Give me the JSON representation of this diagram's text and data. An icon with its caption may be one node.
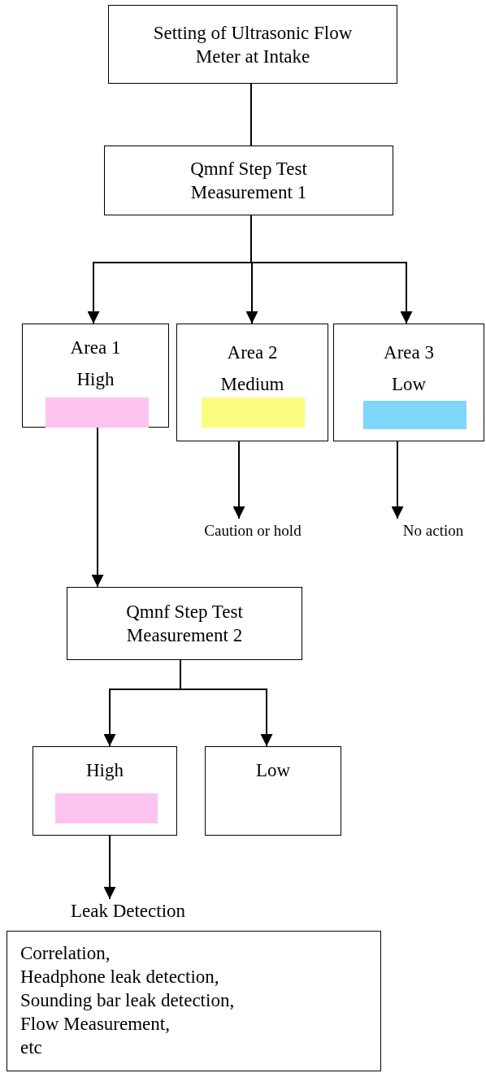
{
  "diagram": {
    "nodes": [
      {
        "text": [
          "Setting of Ultrasonic Flow Meter at Intake"
        ]
      },
      {
        "text": [
          "Qmnf Step Test Measurement 1"
        ]
      },
      {
        "text": [
          "Area 1",
          "High"
        ]
      },
      {
        "text": [],
        "shape": "bar",
        "in": 2
      },
      {
        "text": [
          "Area 2",
          "Medium"
        ]
      },
      {
        "text": [],
        "shape": "bar",
        "in": 4
      },
      {
        "text": [
          "Area 3",
          "Low"
        ]
      },
      {
        "text": [],
        "shape": "bar",
        "in": 6
      },
      {
        "text": [
          "Caution or hold"
        ]
      },
      {
        "text": [
          "No action"
        ]
      },
      {
        "text": [
          "Qmnf Step Test Measurement 2"
        ]
      },
      {
        "text": [
          "High"
        ]
      },
      {
        "text": [],
        "shape": "bar",
        "in": 11
      },
      {
        "text": [
          "Low"
        ]
      },
      {
        "text": [
          "Leak Detection"
        ]
      },
      {
        "text": [
          "Correlation,",
          "Headphone leak detection,",
          "Sounding bar leak detection,",
          "Flow Measurement,",
          "etc"
        ]
      }
    ],
    "edges": [
      {
        "from": 0,
        "to": 1,
        "arrow": "none"
      },
      {
        "from": 1,
        "to": 2,
        "arrow": "to"
      },
      {
        "from": 1,
        "to": 4,
        "arrow": "to"
      },
      {
        "from": 1,
        "to": 6,
        "arrow": "to"
      },
      {
        "from": 2,
        "to": 10,
        "arrow": "to"
      },
      {
        "from": 4,
        "to": 8,
        "arrow": "to"
      },
      {
        "from": 7,
        "to": 9,
        "arrow": "to"
      },
      {
        "from": 10,
        "to": 11,
        "arrow": "to"
      },
      {
        "from": 10,
        "to": 13,
        "arrow": "to"
      },
      {
        "from": 11,
        "to": 14,
        "arrow": "to"
      }
    ]
  }
}
